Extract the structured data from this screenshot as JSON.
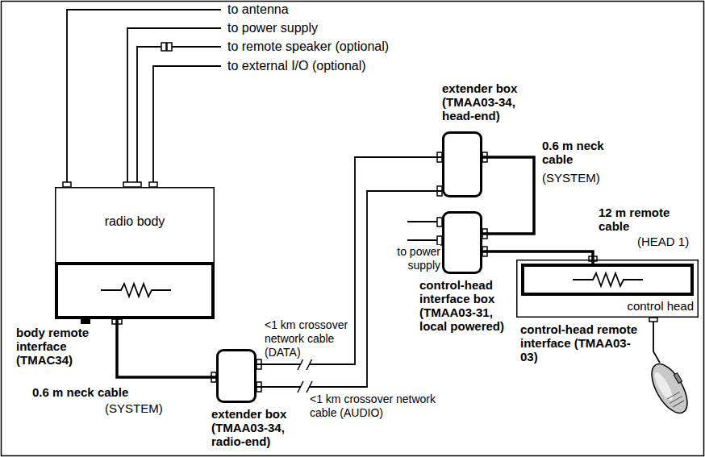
{
  "diagram": {
    "nodes": [
      {
        "text": [
          "radio body"
        ]
      },
      {
        "text": [
          "body remote interface (TMAC34)"
        ],
        "in": 0
      },
      {
        "text": [
          "extender box (TMAA03-34, radio-end)"
        ]
      },
      {
        "text": [
          "extender box (TMAA03-34, head-end)"
        ]
      },
      {
        "text": [
          "control-head interface box (TMAA03-31, local powered)"
        ]
      },
      {
        "text": [
          "control head"
        ]
      },
      {
        "text": [
          "control-head remote interface (TMAA03-03)"
        ],
        "in": 5
      }
    ],
    "edges": [
      {
        "from": 1,
        "to": 2,
        "arrow": "none",
        "label": "0.6 m neck cable"
      },
      {
        "from": 2,
        "to": 3,
        "arrow": "none",
        "label": "<1 km crossover network cable (DATA)"
      },
      {
        "from": 2,
        "to": 3,
        "arrow": "none",
        "label": "<1 km crossover network cable (AUDIO)"
      },
      {
        "from": 3,
        "to": 4,
        "arrow": "none",
        "label": "0.6 m neck cable"
      },
      {
        "from": 4,
        "to": 6,
        "arrow": "none",
        "label": "12 m remote cable"
      }
    ],
    "labels": [
      "to antenna",
      "to power supply",
      "to remote speaker (optional)",
      "to external I/O (optional)",
      "to power supply",
      "(SYSTEM)",
      "(SYSTEM)",
      "(HEAD 1)"
    ]
  }
}
